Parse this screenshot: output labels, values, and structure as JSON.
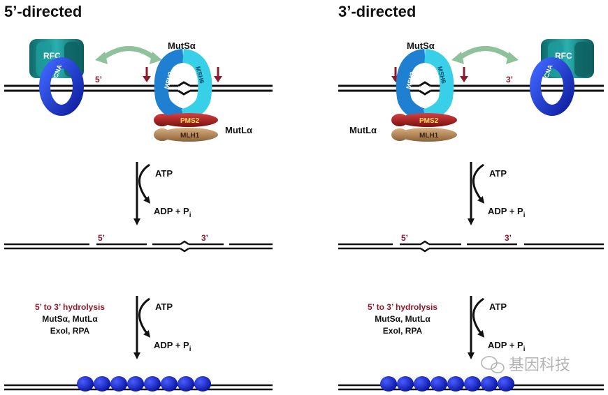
{
  "panels": {
    "left": {
      "title": "5’-directed",
      "labels": {
        "rfc": "RFC",
        "pcna": "PCNA",
        "muts": "MutSα",
        "msh2": "MSH2",
        "msh6": "MSH6",
        "pms2": "PMS2",
        "mlh1": "MLH1",
        "mutl": "MutLα",
        "end_a": "5’"
      },
      "step1": {
        "atp": "ATP",
        "adp": "ADP + P",
        "sub": "i"
      },
      "gapped_labels": {
        "a": "5’",
        "b": "3’"
      },
      "step2": {
        "atp": "ATP",
        "adp": "ADP + P",
        "sub": "i",
        "hydrolysis": "5’ to 3’ hydrolysis",
        "factors1": "MutSα, MutLα",
        "factors2": "ExoI, RPA"
      }
    },
    "right": {
      "title": "3’-directed",
      "labels": {
        "rfc": "RFC",
        "pcna": "PCNA",
        "muts": "MutSα",
        "msh2": "MSH2",
        "msh6": "MSH6",
        "pms2": "PMS2",
        "mlh1": "MLH1",
        "mutl": "MutLα",
        "end_a": "3’"
      },
      "step1": {
        "atp": "ATP",
        "adp": "ADP + P",
        "sub": "i"
      },
      "gapped_labels": {
        "a": "5’",
        "b": "3’"
      },
      "step2": {
        "atp": "ATP",
        "adp": "ADP + P",
        "sub": "i",
        "hydrolysis": "5’ to 3’ hydrolysis",
        "factors1": "MutSα, MutLα",
        "factors2": "ExoI, RPA"
      }
    }
  },
  "watermark": "基因科技",
  "colors": {
    "dna": "#111111",
    "arrow_dark_red": "#8b1a2b",
    "label_red": "#8b1a2b",
    "rfc": "#1a8a8a",
    "pcna": "#1838c8",
    "msh2": "#1f7fd0",
    "msh6": "#38d0e8",
    "pms2": "#b02222",
    "mlh1": "#b8895a",
    "swap_arrow": "#8fc29a",
    "rpa": "#1022c8"
  }
}
